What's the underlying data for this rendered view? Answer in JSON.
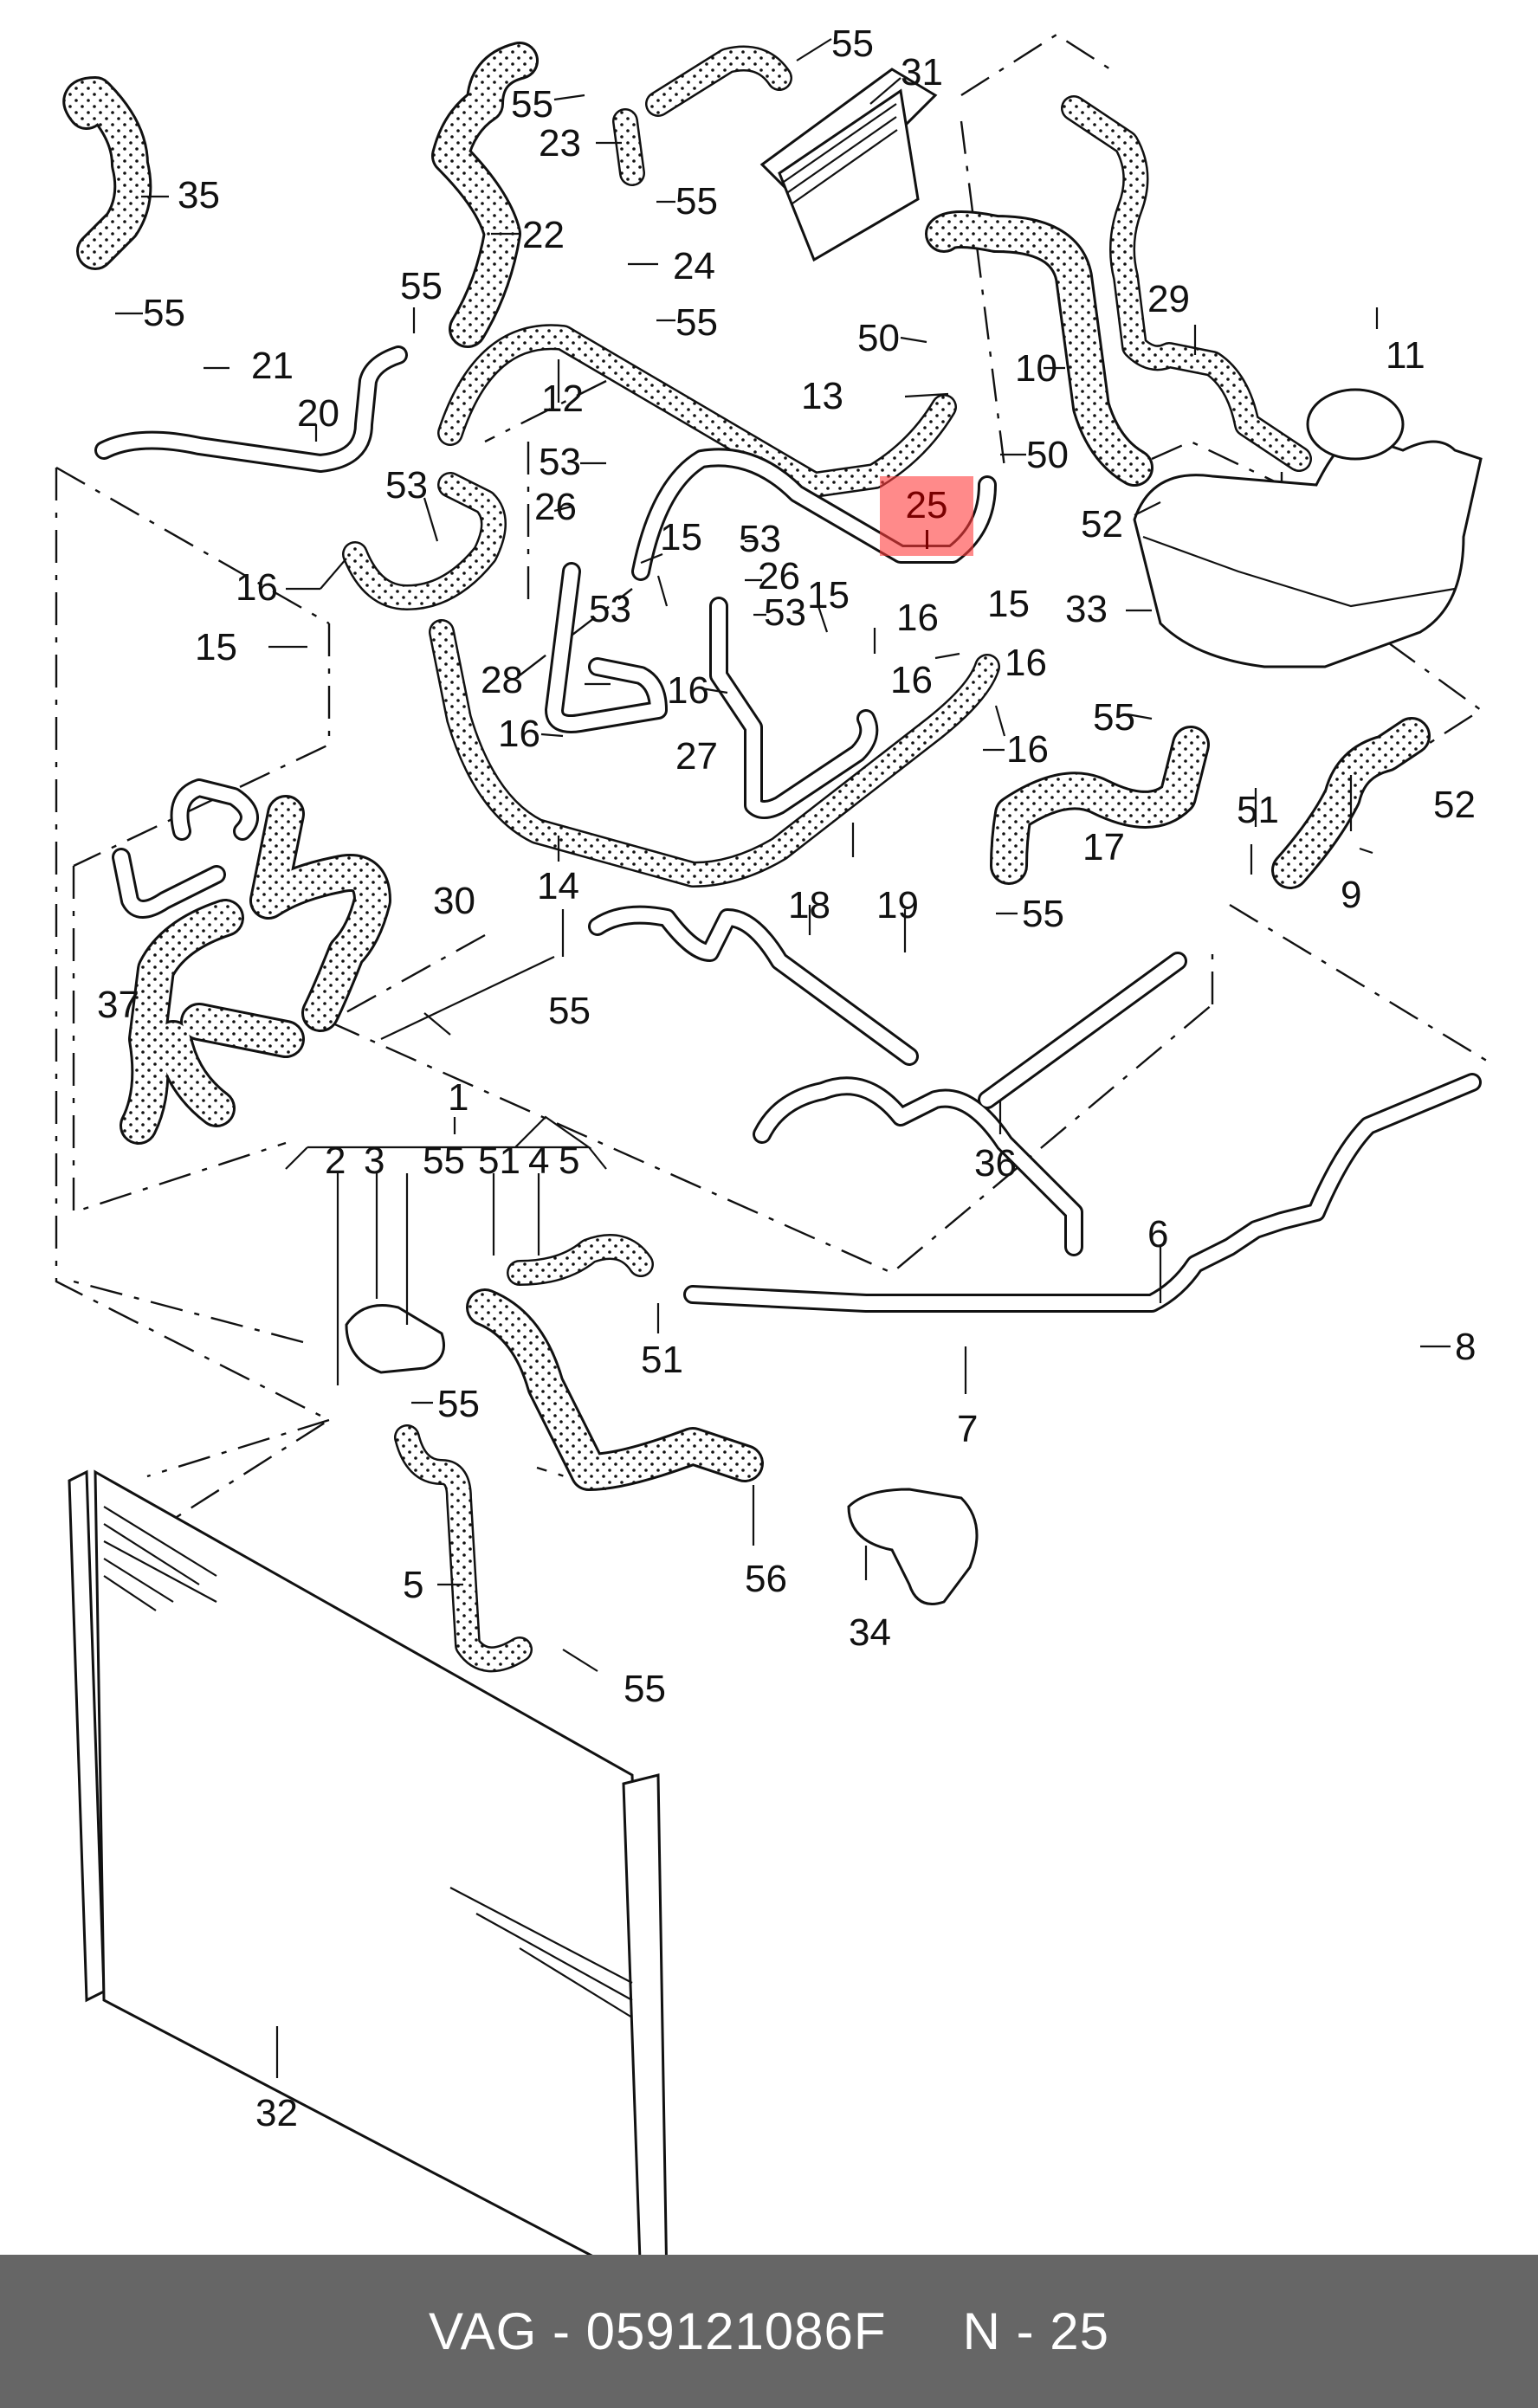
{
  "diagram": {
    "subject": "Engine cooling system exploded parts diagram",
    "callouts": [
      {
        "id": "c35",
        "label": "35"
      },
      {
        "id": "c55a",
        "label": "55"
      },
      {
        "id": "c21",
        "label": "21"
      },
      {
        "id": "c20",
        "label": "20"
      },
      {
        "id": "c55b",
        "label": "55"
      },
      {
        "id": "c22",
        "label": "22"
      },
      {
        "id": "c55c",
        "label": "55"
      },
      {
        "id": "c23",
        "label": "23"
      },
      {
        "id": "c55d",
        "label": "55"
      },
      {
        "id": "c24",
        "label": "24"
      },
      {
        "id": "c55e",
        "label": "55"
      },
      {
        "id": "c55f",
        "label": "55"
      },
      {
        "id": "c31",
        "label": "31"
      },
      {
        "id": "c12",
        "label": "12"
      },
      {
        "id": "c50a",
        "label": "50"
      },
      {
        "id": "c13",
        "label": "13"
      },
      {
        "id": "c10",
        "label": "10"
      },
      {
        "id": "c29",
        "label": "29"
      },
      {
        "id": "c11",
        "label": "11"
      },
      {
        "id": "c50b",
        "label": "50"
      },
      {
        "id": "c52a",
        "label": "52"
      },
      {
        "id": "c33",
        "label": "33"
      },
      {
        "id": "c53a",
        "label": "53"
      },
      {
        "id": "c53b",
        "label": "53"
      },
      {
        "id": "c26a",
        "label": "26"
      },
      {
        "id": "c53c",
        "label": "53"
      },
      {
        "id": "c15a",
        "label": "15"
      },
      {
        "id": "c53d",
        "label": "53"
      },
      {
        "id": "c26b",
        "label": "26"
      },
      {
        "id": "c53e",
        "label": "53"
      },
      {
        "id": "c16a",
        "label": "16"
      },
      {
        "id": "c15b",
        "label": "15"
      },
      {
        "id": "c15c",
        "label": "15"
      },
      {
        "id": "c16b",
        "label": "16"
      },
      {
        "id": "c15d",
        "label": "15"
      },
      {
        "id": "c16c",
        "label": "16"
      },
      {
        "id": "c28",
        "label": "28"
      },
      {
        "id": "c16d",
        "label": "16"
      },
      {
        "id": "c16e",
        "label": "16"
      },
      {
        "id": "c16f",
        "label": "16"
      },
      {
        "id": "c16g",
        "label": "16"
      },
      {
        "id": "c27",
        "label": "27"
      },
      {
        "id": "c55g",
        "label": "55"
      },
      {
        "id": "c52b",
        "label": "52"
      },
      {
        "id": "c14",
        "label": "14"
      },
      {
        "id": "c17",
        "label": "17"
      },
      {
        "id": "c51a",
        "label": "51"
      },
      {
        "id": "c9",
        "label": "9"
      },
      {
        "id": "c30",
        "label": "30"
      },
      {
        "id": "c37",
        "label": "37"
      },
      {
        "id": "c18",
        "label": "18"
      },
      {
        "id": "c19",
        "label": "19"
      },
      {
        "id": "c55h",
        "label": "55"
      },
      {
        "id": "c55i",
        "label": "55"
      },
      {
        "id": "c36",
        "label": "36"
      },
      {
        "id": "c1",
        "label": "1"
      },
      {
        "id": "c2",
        "label": "2"
      },
      {
        "id": "c3",
        "label": "3"
      },
      {
        "id": "c55j",
        "label": "55"
      },
      {
        "id": "c51b",
        "label": "51"
      },
      {
        "id": "c4",
        "label": "4"
      },
      {
        "id": "c5a",
        "label": "5"
      },
      {
        "id": "c6",
        "label": "6"
      },
      {
        "id": "c51c",
        "label": "51"
      },
      {
        "id": "c8",
        "label": "8"
      },
      {
        "id": "c7",
        "label": "7"
      },
      {
        "id": "c55k",
        "label": "55"
      },
      {
        "id": "c56",
        "label": "56"
      },
      {
        "id": "c34",
        "label": "34"
      },
      {
        "id": "c5b",
        "label": "5"
      },
      {
        "id": "c55l",
        "label": "55"
      },
      {
        "id": "c32",
        "label": "32"
      }
    ],
    "highlighted_callout": {
      "label": "25",
      "color": "#ff3c3c"
    }
  },
  "footer": {
    "brand": "VAG",
    "separator": "-",
    "part_number": "059121086F",
    "position_prefix": "N",
    "position_number": "25",
    "background": "#666666"
  }
}
